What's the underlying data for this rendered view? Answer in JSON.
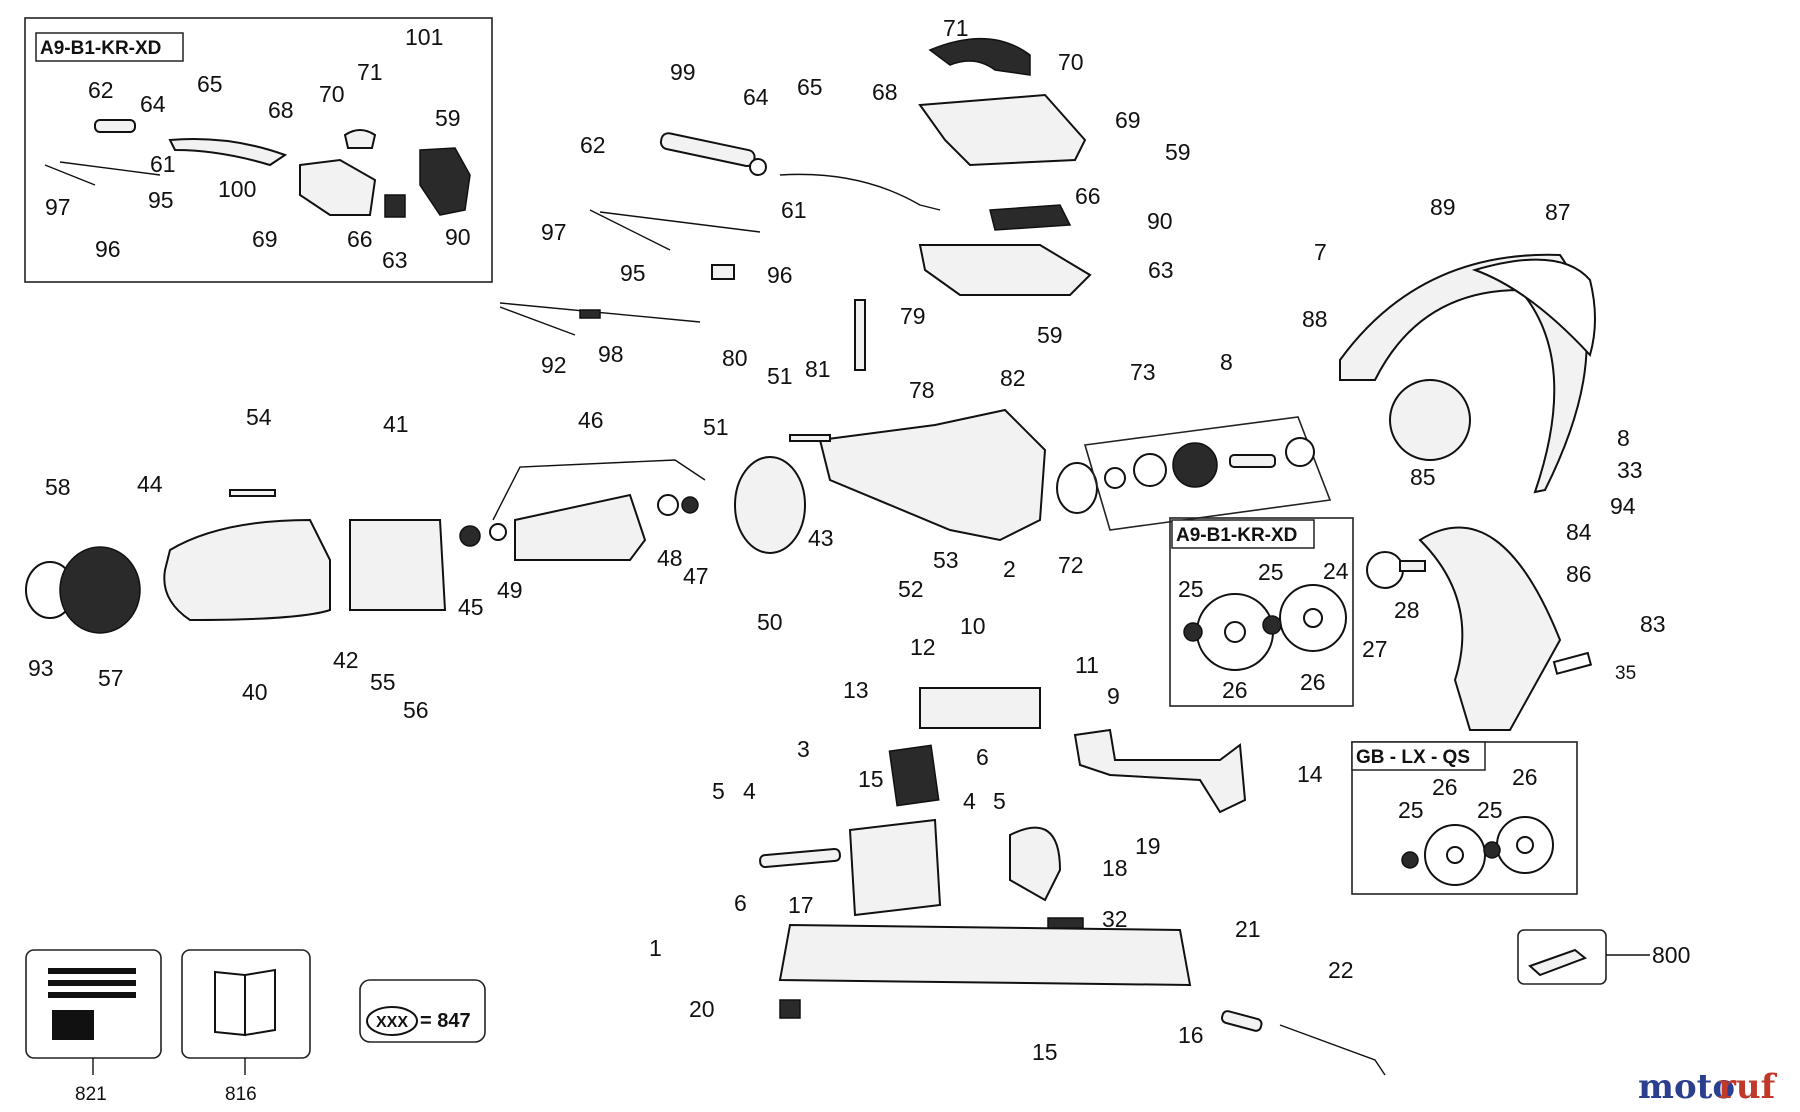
{
  "boxes": {
    "top_left_variant": "A9-B1-KR-XD",
    "mid_variant": "A9-B1-KR-XD",
    "right_variant": "GB - LX - QS"
  },
  "legend": {
    "code_symbol": "XXX",
    "code_value": "= 847",
    "doc_821": "821",
    "doc_816": "816"
  },
  "watermark": {
    "part1": "moto",
    "part2": "ruf"
  },
  "labels": [
    "62",
    "64",
    "65",
    "68",
    "101",
    "71",
    "70",
    "59",
    "61",
    "100",
    "97",
    "95",
    "96",
    "69",
    "66",
    "63",
    "90",
    "99",
    "64",
    "65",
    "62",
    "61",
    "97",
    "96",
    "95",
    "92",
    "98",
    "71",
    "70",
    "68",
    "69",
    "59",
    "66",
    "90",
    "63",
    "59",
    "80",
    "51",
    "81",
    "79",
    "78",
    "82",
    "73",
    "8",
    "88",
    "7",
    "89",
    "87",
    "54",
    "41",
    "46",
    "51",
    "58",
    "44",
    "93",
    "57",
    "40",
    "42",
    "55",
    "56",
    "45",
    "49",
    "48",
    "47",
    "50",
    "43",
    "52",
    "53",
    "2",
    "72",
    "8",
    "33",
    "94",
    "85",
    "84",
    "86",
    "83",
    "35",
    "27",
    "28",
    "25",
    "25",
    "24",
    "26",
    "26",
    "10",
    "12",
    "11",
    "9",
    "13",
    "3",
    "15",
    "6",
    "4",
    "5",
    "5",
    "4",
    "6",
    "17",
    "14",
    "19",
    "18",
    "32",
    "1",
    "20",
    "21",
    "22",
    "16",
    "15",
    "26",
    "26",
    "25",
    "25",
    "800"
  ]
}
